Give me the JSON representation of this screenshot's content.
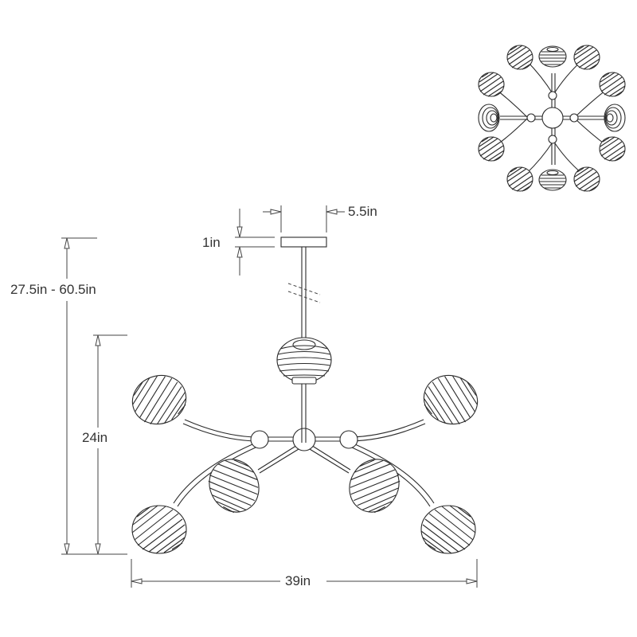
{
  "diagram": {
    "type": "product-dimension-drawing",
    "subject": "8-light chandelier with ribbed globe shades",
    "colors": {
      "line": "#2b2b2b",
      "text": "#333333",
      "background": "#ffffff"
    }
  },
  "dimensions": {
    "canopy_width": "5.5in",
    "canopy_height": "1in",
    "overall_height": "27.5in - 60.5in",
    "fixture_height": "24in",
    "fixture_width": "39in"
  },
  "views": {
    "front": {
      "label": "front-elevation",
      "shade_count": 7
    },
    "top": {
      "label": "top-view",
      "shade_count": 12
    }
  }
}
